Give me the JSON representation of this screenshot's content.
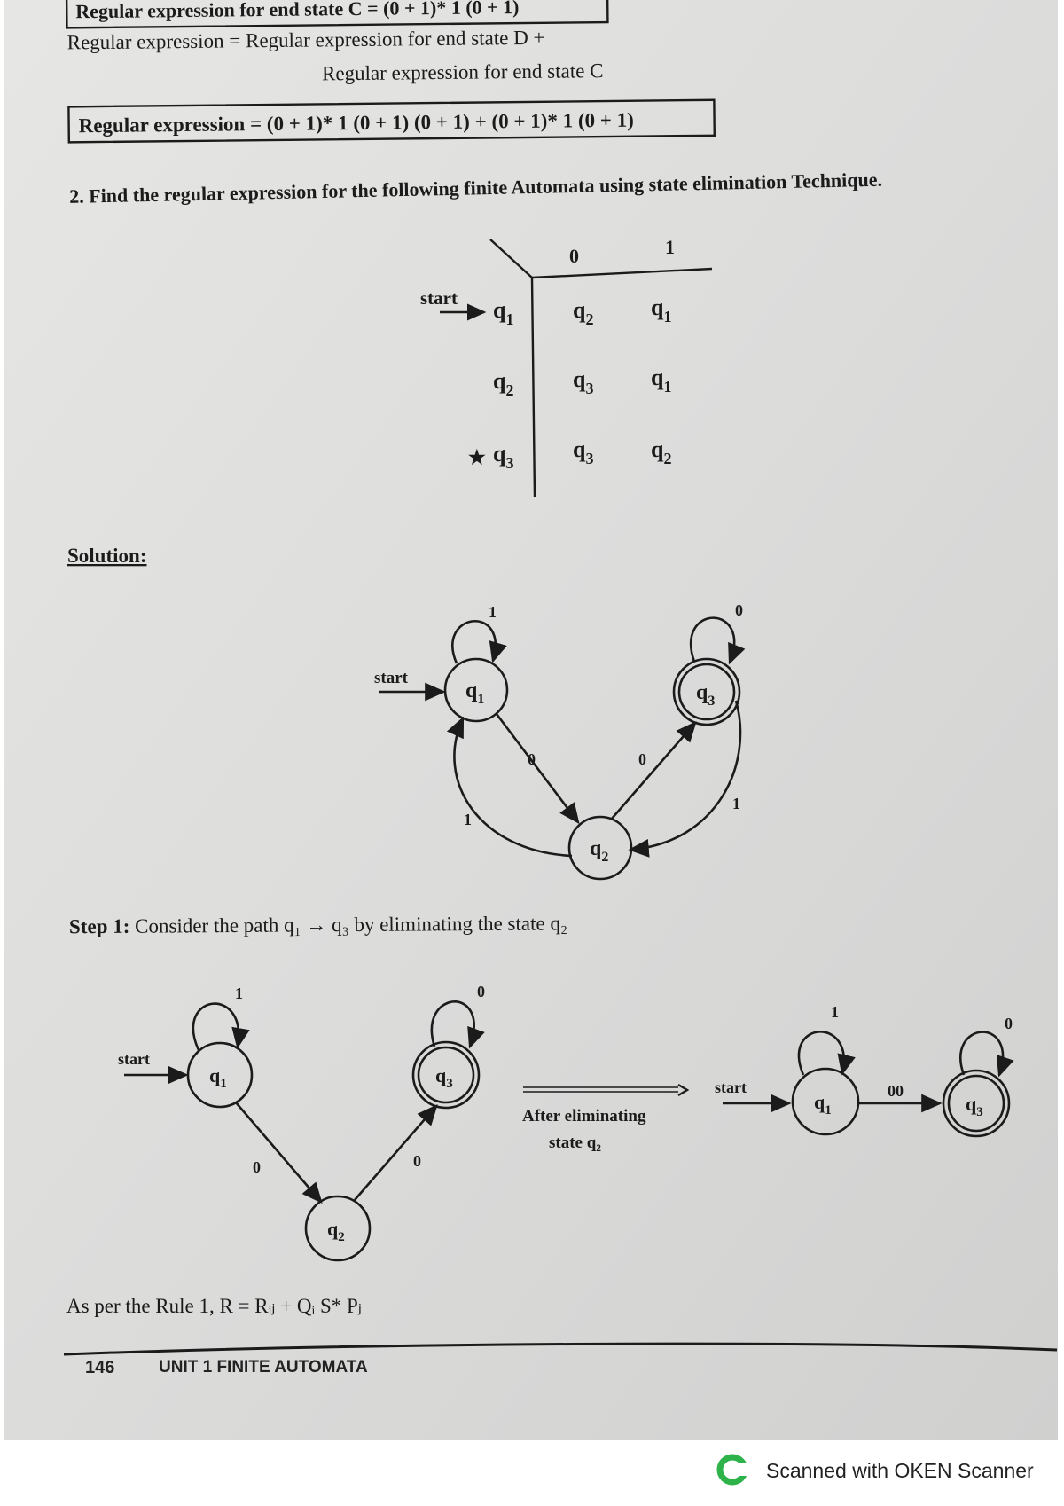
{
  "top": {
    "boxed_c": "Regular expression for end state C = (0 + 1)* 1 (0 + 1)",
    "re_line1": "Regular expression = Regular expression for end state D +",
    "re_line2": "Regular expression for end state C",
    "boxed_final": "Regular expression = (0 + 1)* 1 (0 + 1) (0 + 1) + (0 + 1)* 1 (0 + 1)"
  },
  "question": "2. Find the regular expression for the following finite Automata using state elimination Technique.",
  "table": {
    "columns": [
      "0",
      "1"
    ],
    "start_label": "start",
    "final_marker": "★",
    "rows": [
      {
        "state": "q1",
        "sub": "1",
        "zero": "q2",
        "one": "q1"
      },
      {
        "state": "q2",
        "sub": "2",
        "zero": "q3",
        "one": "q1"
      },
      {
        "state": "q3",
        "sub": "3",
        "zero": "q3",
        "one": "q2"
      }
    ]
  },
  "solution_label": "Solution:",
  "diagram1": {
    "start": "start",
    "q1": "q",
    "q1_sub": "1",
    "q2": "q",
    "q2_sub": "2",
    "q3": "q",
    "q3_sub": "3",
    "loop_q1": "1",
    "loop_q3": "0",
    "e_q1_q2": "0",
    "e_q2_q3": "0",
    "e_q2_q1": "1",
    "e_q3_q2": "1"
  },
  "step1": {
    "bold": "Step 1:",
    "text": "Consider the path q₁ → q₃ by eliminating the state q₂"
  },
  "diagram2": {
    "start": "start",
    "loop_q1": "1",
    "loop_q3": "0",
    "e_q1_q2": "0",
    "e_q2_q3": "0",
    "q1_sub": "1",
    "q2_sub": "2",
    "q3_sub": "3",
    "q": "q",
    "arrow_label1": "After eliminating",
    "arrow_label2": "state q₂",
    "right_start": "start",
    "right_loop_q1": "1",
    "right_loop_q3": "0",
    "right_edge": "00"
  },
  "rule": "As per the Rule 1, R = Rᵢⱼ + Qᵢ S* Pⱼ",
  "footer": {
    "page": "146",
    "unit": "UNIT 1  FINITE AUTOMATA"
  },
  "scanner": {
    "text": "Scanned with OKEN Scanner",
    "accent": "#2db34a"
  }
}
